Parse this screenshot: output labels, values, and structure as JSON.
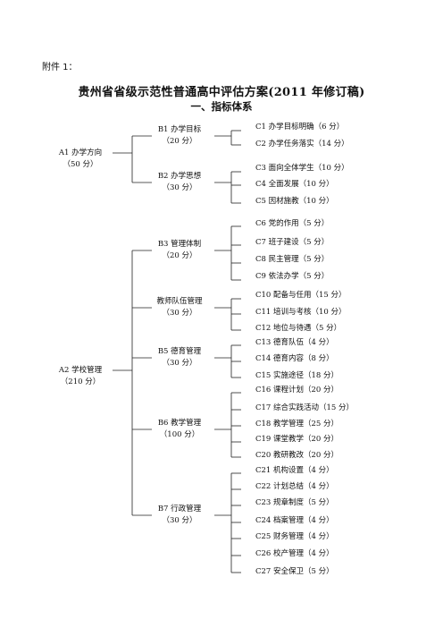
{
  "header": {
    "attachment": "附件 1：",
    "title": "贵州省省级示范性普通高中评估方案(2011 年修订稿)",
    "subtitle": "一、指标体系"
  },
  "a_items": [
    {
      "name": "A1 办学方向",
      "score": "（50 分）"
    },
    {
      "name": "A2 学校管理",
      "score": "（210 分）"
    }
  ],
  "b_items": [
    {
      "name": "B1 办学目标",
      "score": "（20 分）"
    },
    {
      "name": "B2 办学思想",
      "score": "（30 分）"
    },
    {
      "name": "B3 管理体制",
      "score": "（20 分）"
    },
    {
      "name": "教师队伍管理",
      "score": "（30 分）"
    },
    {
      "name": "B5 德育管理",
      "score": "（30 分）"
    },
    {
      "name": "B6 教学管理",
      "score": "（100 分）"
    },
    {
      "name": "B7 行政管理",
      "score": "（30 分）"
    }
  ],
  "c_items": [
    "C1 办学目标明确（6 分）",
    "C2 办学任务落实（14 分）",
    "C3 面向全体学生（10 分）",
    "C4 全面发展（10 分）",
    "C5 因材施教（10 分）",
    "C6 党的作用（5 分）",
    "C7 班子建设（5 分）",
    "C8 民主管理（5 分）",
    "C9 依法办学（5 分）",
    "C10 配备与任用（15 分）",
    "C11 培训与考核（10 分）",
    "C12 地位与待遇（5 分）",
    "C13 德育队伍（4 分）",
    "C14 德育内容（8 分）",
    "C15 实施途径（18 分）",
    "C16 课程计划（20 分）",
    "C17 综合实践活动（15 分）",
    "C18 教学管理（25 分）",
    "C19 课堂教学（20 分）",
    "C20 教研教改（20 分）",
    "C21 机构设置（4 分）",
    "C22 计划总结（4 分）",
    "C23 规章制度（5 分）",
    "C24 档案管理（4 分）",
    "C25 财务管理（4 分）",
    "C26 校产管理（4 分）",
    "C27 安全保卫（5 分）"
  ]
}
